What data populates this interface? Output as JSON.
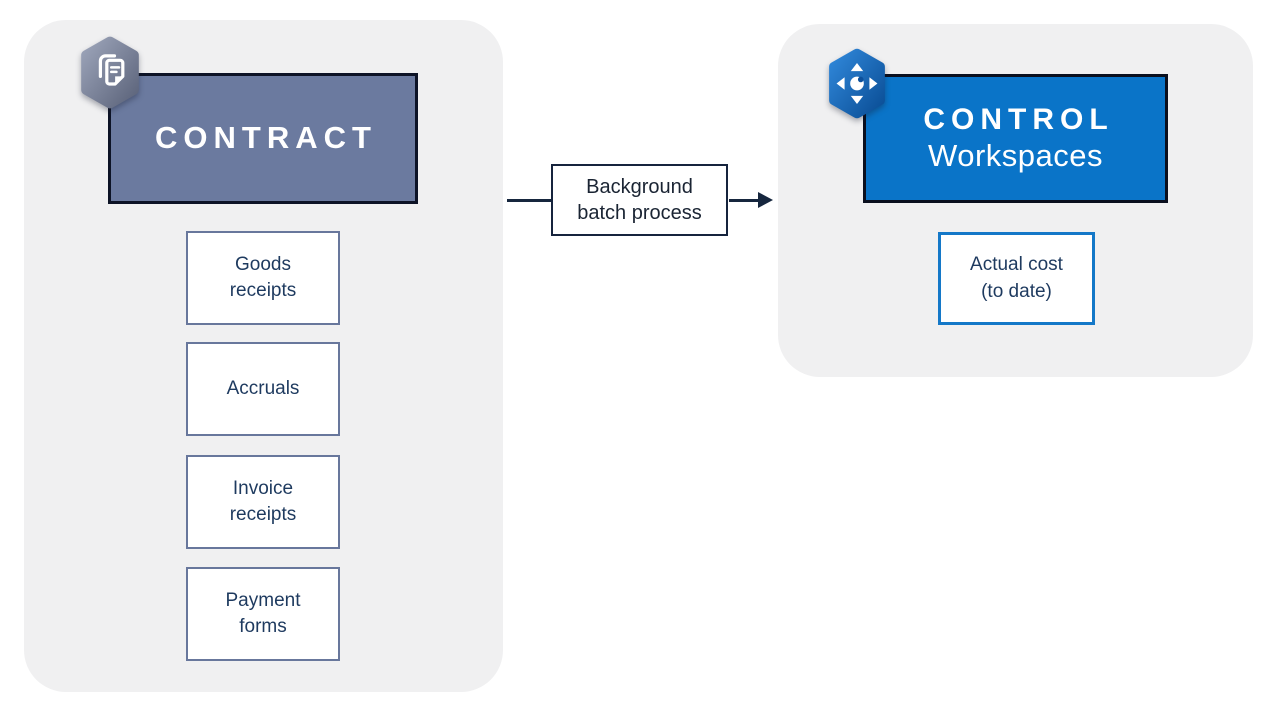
{
  "colors": {
    "page-bg": "#ffffff",
    "panel-bg": "#f0f0f1",
    "contract-fill": "#6b7a9f",
    "contract-border": "#0d1326",
    "control-fill": "#0a74c8",
    "control-border": "#0a0f1e",
    "item-border": "#68779c",
    "item-text": "#1e3a5f",
    "actual-cost-border": "#1478c8",
    "connector-border": "#16243d",
    "connector-text": "#1a2433",
    "arrow": "#16263e"
  },
  "left_panel": {
    "title": "CONTRACT",
    "icon": "documents-icon",
    "items": [
      "Goods\nreceipts",
      "Accruals",
      "Invoice\nreceipts",
      "Payment\nforms"
    ]
  },
  "connector": {
    "label": "Background\nbatch process"
  },
  "right_panel": {
    "title": "CONTROL",
    "subtitle": "Workspaces",
    "icon": "navigation-control-icon",
    "items": [
      "Actual cost\n(to date)"
    ]
  }
}
